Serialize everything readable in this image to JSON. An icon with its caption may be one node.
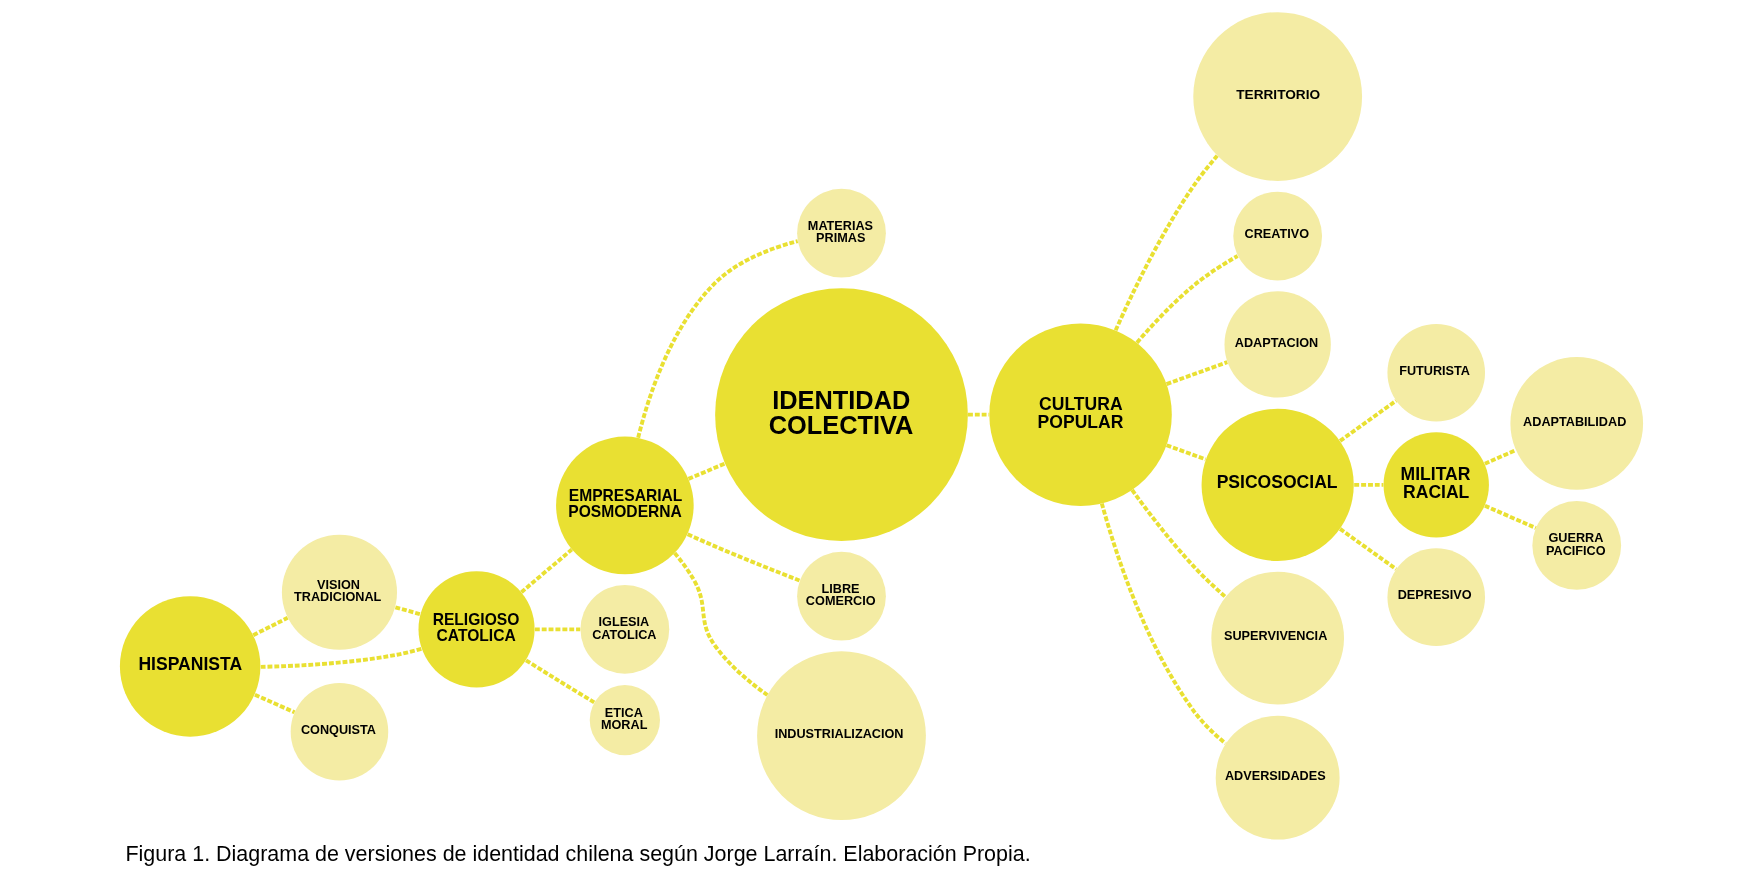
{
  "diagram": {
    "caption": "Figura 1. Diagrama de versiones de identidad chilena según Jorge Larraín. Elaboración Propia.",
    "nodes": [
      {
        "text": [
          "VISION TRADICIONAL"
        ]
      },
      {
        "text": [
          "HISPANISTA"
        ]
      },
      {
        "text": [
          "MATERIAS PRIMAS"
        ]
      },
      {
        "text": [
          "RELIGIOSO CATOLICA"
        ]
      },
      {
        "text": [
          "CONQUISTA"
        ]
      },
      {
        "text": [
          "EMPRESARIAL POSMODERNA"
        ]
      },
      {
        "text": [
          "TERRITORIO"
        ]
      },
      {
        "text": [
          "CREATIVO"
        ]
      },
      {
        "text": [
          "IGLESIA CATOLICA"
        ]
      },
      {
        "text": [
          "ETICA MORAL"
        ]
      },
      {
        "text": [
          "IDENTIDAD COLECTIVA"
        ]
      },
      {
        "text": [
          "LIBRE COMERCIO"
        ]
      },
      {
        "text": [
          "INDUSTRIALIZACION"
        ]
      },
      {
        "text": [
          "FUTURISTA"
        ]
      },
      {
        "text": [
          "CULTURA POPULAR"
        ]
      },
      {
        "text": [
          "ADAPTABILIDAD"
        ]
      },
      {
        "text": [
          "ADAPTACION"
        ]
      },
      {
        "text": [
          "PSICOSOCIAL"
        ]
      },
      {
        "text": [
          "SUPERVIVENCIA"
        ]
      },
      {
        "text": [
          "MILITAR RACIAL"
        ]
      },
      {
        "text": [
          "ADVERSIDADES"
        ]
      },
      {
        "text": [
          "DEPRESIVO"
        ]
      },
      {
        "text": [
          "GUERRA PACIFICO"
        ]
      }
    ],
    "edges": [
      {
        "from": 1,
        "to": 0,
        "arrow": "none",
        "style": "dashed"
      },
      {
        "from": 0,
        "to": 3,
        "arrow": "none",
        "style": "dashed"
      },
      {
        "from": 1,
        "to": 3,
        "arrow": "none",
        "style": "dashed"
      },
      {
        "from": 1,
        "to": 4,
        "arrow": "none",
        "style": "dashed"
      },
      {
        "from": 3,
        "to": 8,
        "arrow": "none",
        "style": "dashed"
      },
      {
        "from": 3,
        "to": 9,
        "arrow": "none",
        "style": "dashed"
      },
      {
        "from": 3,
        "to": 5,
        "arrow": "none",
        "style": "dashed"
      },
      {
        "from": 5,
        "to": 2,
        "arrow": "none",
        "style": "dashed"
      },
      {
        "from": 5,
        "to": 11,
        "arrow": "none",
        "style": "dashed"
      },
      {
        "from": 5,
        "to": 12,
        "arrow": "none",
        "style": "dashed"
      },
      {
        "from": 5,
        "to": 10,
        "arrow": "none",
        "style": "dashed"
      },
      {
        "from": 10,
        "to": 14,
        "arrow": "none",
        "style": "dashed"
      },
      {
        "from": 14,
        "to": 7,
        "arrow": "none",
        "style": "dashed"
      },
      {
        "from": 14,
        "to": 6,
        "arrow": "none",
        "style": "dashed"
      },
      {
        "from": 14,
        "to": 16,
        "arrow": "none",
        "style": "dashed"
      },
      {
        "from": 14,
        "to": 20,
        "arrow": "none",
        "style": "dashed"
      },
      {
        "from": 14,
        "to": 18,
        "arrow": "none",
        "style": "dashed"
      },
      {
        "from": 14,
        "to": 17,
        "arrow": "none",
        "style": "dashed"
      },
      {
        "from": 17,
        "to": 13,
        "arrow": "none",
        "style": "dashed"
      },
      {
        "from": 17,
        "to": 21,
        "arrow": "none",
        "style": "dashed"
      },
      {
        "from": 17,
        "to": 19,
        "arrow": "none",
        "style": "dashed"
      },
      {
        "from": 19,
        "to": 15,
        "arrow": "none",
        "style": "dashed"
      },
      {
        "from": 19,
        "to": 22,
        "arrow": "none",
        "style": "dashed"
      }
    ]
  }
}
